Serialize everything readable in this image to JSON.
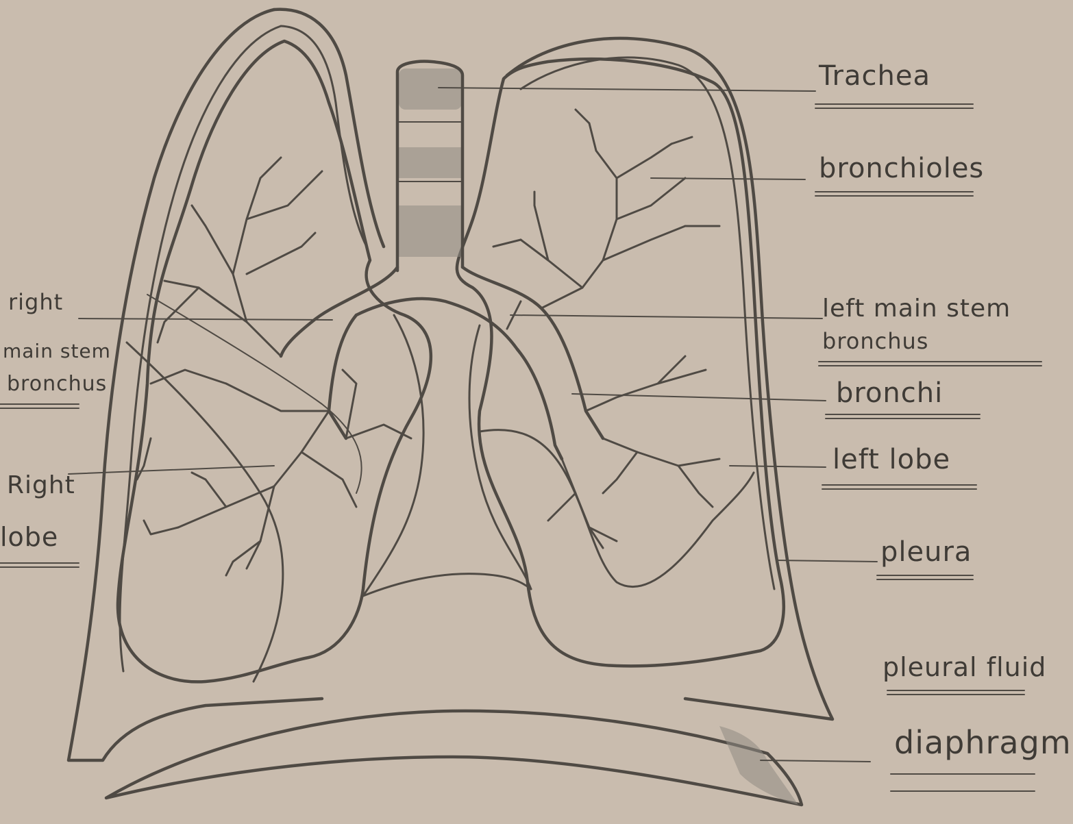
{
  "labels": {
    "trachea": "Trachea",
    "bronchioles": "bronchioles",
    "left_main_stem_bronchus_line1": "left main stem",
    "left_main_stem_bronchus_line2": "bronchus",
    "bronchi": "bronchi",
    "left_lobe": "left lobe",
    "pleura": "pleura",
    "pleural_fluid": "pleural fluid",
    "diaphragm": "diaphragm",
    "right_main_stem_bronchus_line1": "right",
    "right_main_stem_bronchus_line2": "main stem",
    "right_main_stem_bronchus_line3": "bronchus",
    "right_lobe_line1": "Right",
    "right_lobe_line2": "lobe"
  },
  "colors": {
    "paper": "#c9bcae",
    "pencil": "#4f4a44",
    "shading": "#8f8a83"
  }
}
